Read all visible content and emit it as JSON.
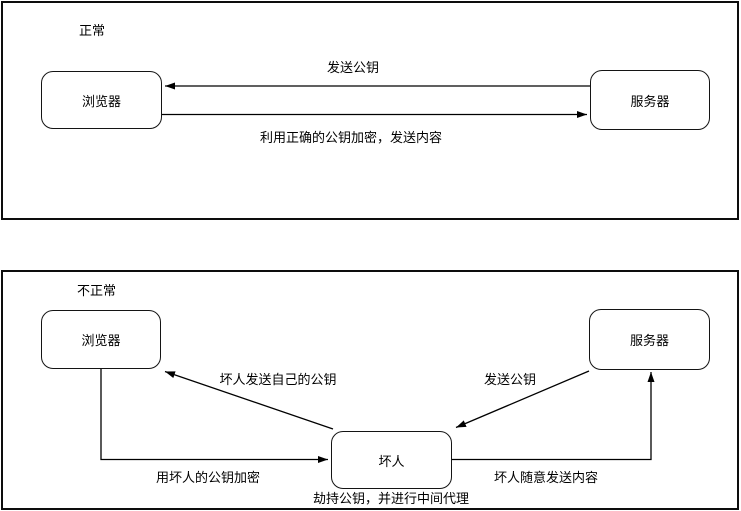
{
  "diagram": {
    "panel_normal": {
      "title": "正常",
      "browser_label": "浏览器",
      "server_label": "服务器",
      "edges": {
        "send_pubkey": {
          "label": "发送公钥",
          "from": "服务器",
          "to": "浏览器"
        },
        "encrypt_send": {
          "label": "利用正确的公钥加密，发送内容",
          "from": "浏览器",
          "to": "服务器"
        }
      }
    },
    "panel_abnormal": {
      "title": "不正常",
      "browser_label": "浏览器",
      "server_label": "服务器",
      "attacker_label": "坏人",
      "edges": {
        "attacker_pubkey": {
          "label": "坏人发送自己的公钥",
          "from": "坏人",
          "to": "浏览器"
        },
        "send_pubkey": {
          "label": "发送公钥",
          "from": "服务器",
          "to": "坏人"
        },
        "encrypt_bad": {
          "label": "用坏人的公钥加密",
          "from": "浏览器",
          "to": "坏人"
        },
        "attacker_send": {
          "label": "坏人随意发送内容",
          "from": "坏人",
          "to": "服务器"
        }
      },
      "caption": "劫持公钥，并进行中间代理"
    },
    "colors": {
      "line": "#000000",
      "background": "#ffffff",
      "text": "#000000"
    }
  }
}
